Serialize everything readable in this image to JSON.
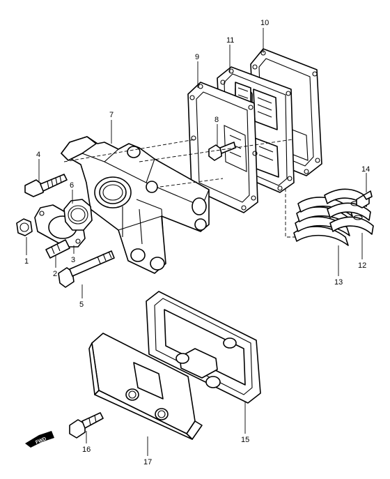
{
  "callouts": [
    {
      "id": "1",
      "label": "1"
    },
    {
      "id": "2",
      "label": "2"
    },
    {
      "id": "3",
      "label": "3"
    },
    {
      "id": "4",
      "label": "4"
    },
    {
      "id": "5",
      "label": "5"
    },
    {
      "id": "6",
      "label": "6"
    },
    {
      "id": "7",
      "label": "7"
    },
    {
      "id": "8",
      "label": "8"
    },
    {
      "id": "9",
      "label": "9"
    },
    {
      "id": "10",
      "label": "10"
    },
    {
      "id": "11",
      "label": "11"
    },
    {
      "id": "12",
      "label": "12"
    },
    {
      "id": "13",
      "label": "13"
    },
    {
      "id": "14",
      "label": "14"
    },
    {
      "id": "15",
      "label": "15"
    },
    {
      "id": "16",
      "label": "16"
    },
    {
      "id": "17",
      "label": "17"
    }
  ],
  "fwd_marker": {
    "text": "FWD",
    "icon": "arrow-left-icon"
  }
}
